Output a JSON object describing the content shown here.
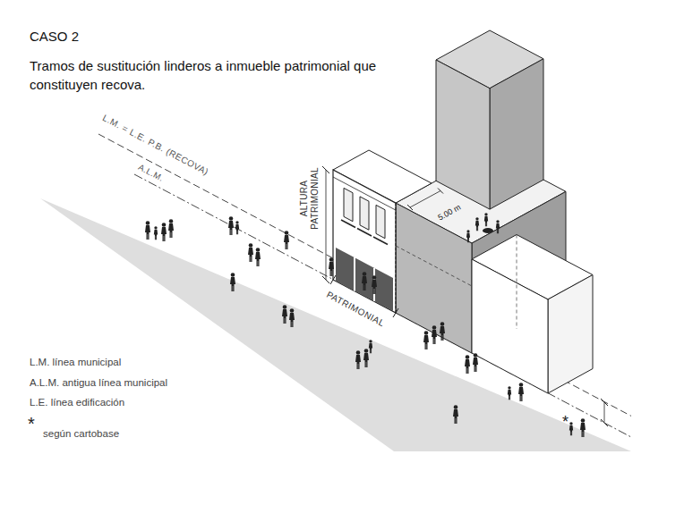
{
  "diagram": {
    "title": "CASO 2",
    "labels": [
      "Tramos de sustitución linderos a inmueble patrimonial que constituyen recova.",
      "L.M. = L.E. P.B. (RECOVA)",
      "A.L.M.",
      "ALTURA PATRIMONIAL",
      "5.00 m",
      "PATRIMONIAL",
      "*",
      "L.M. línea municipal",
      "A.L.M. antigua línea municipal",
      "L.E. línea edificación",
      "*",
      "según cartobase"
    ]
  }
}
